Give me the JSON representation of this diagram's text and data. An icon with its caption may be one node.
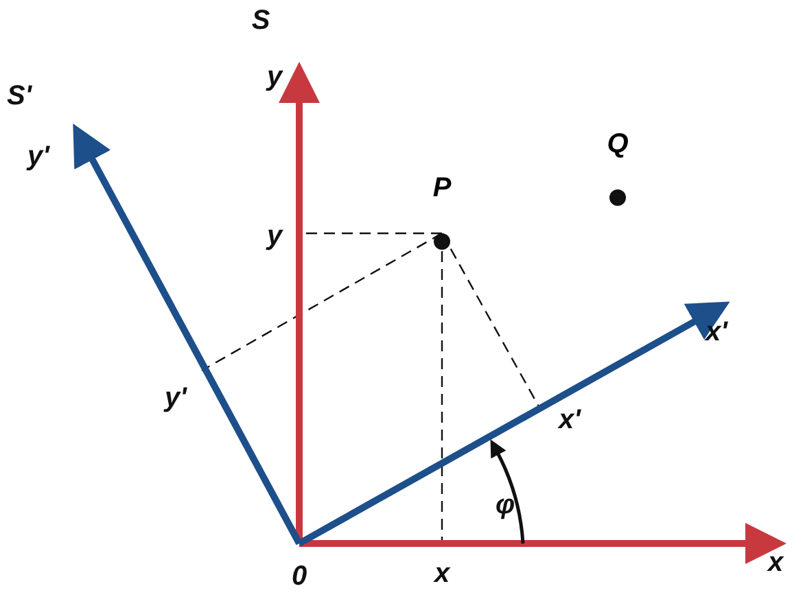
{
  "diagram": {
    "nodes": [
      {
        "text": [
          "Q"
        ]
      },
      {
        "text": [
          "P"
        ]
      }
    ],
    "labels": [
      "S",
      "y",
      "S'",
      "y'",
      "y",
      "y'",
      "x'",
      "x'",
      "φ",
      "0",
      "x",
      "x"
    ]
  }
}
